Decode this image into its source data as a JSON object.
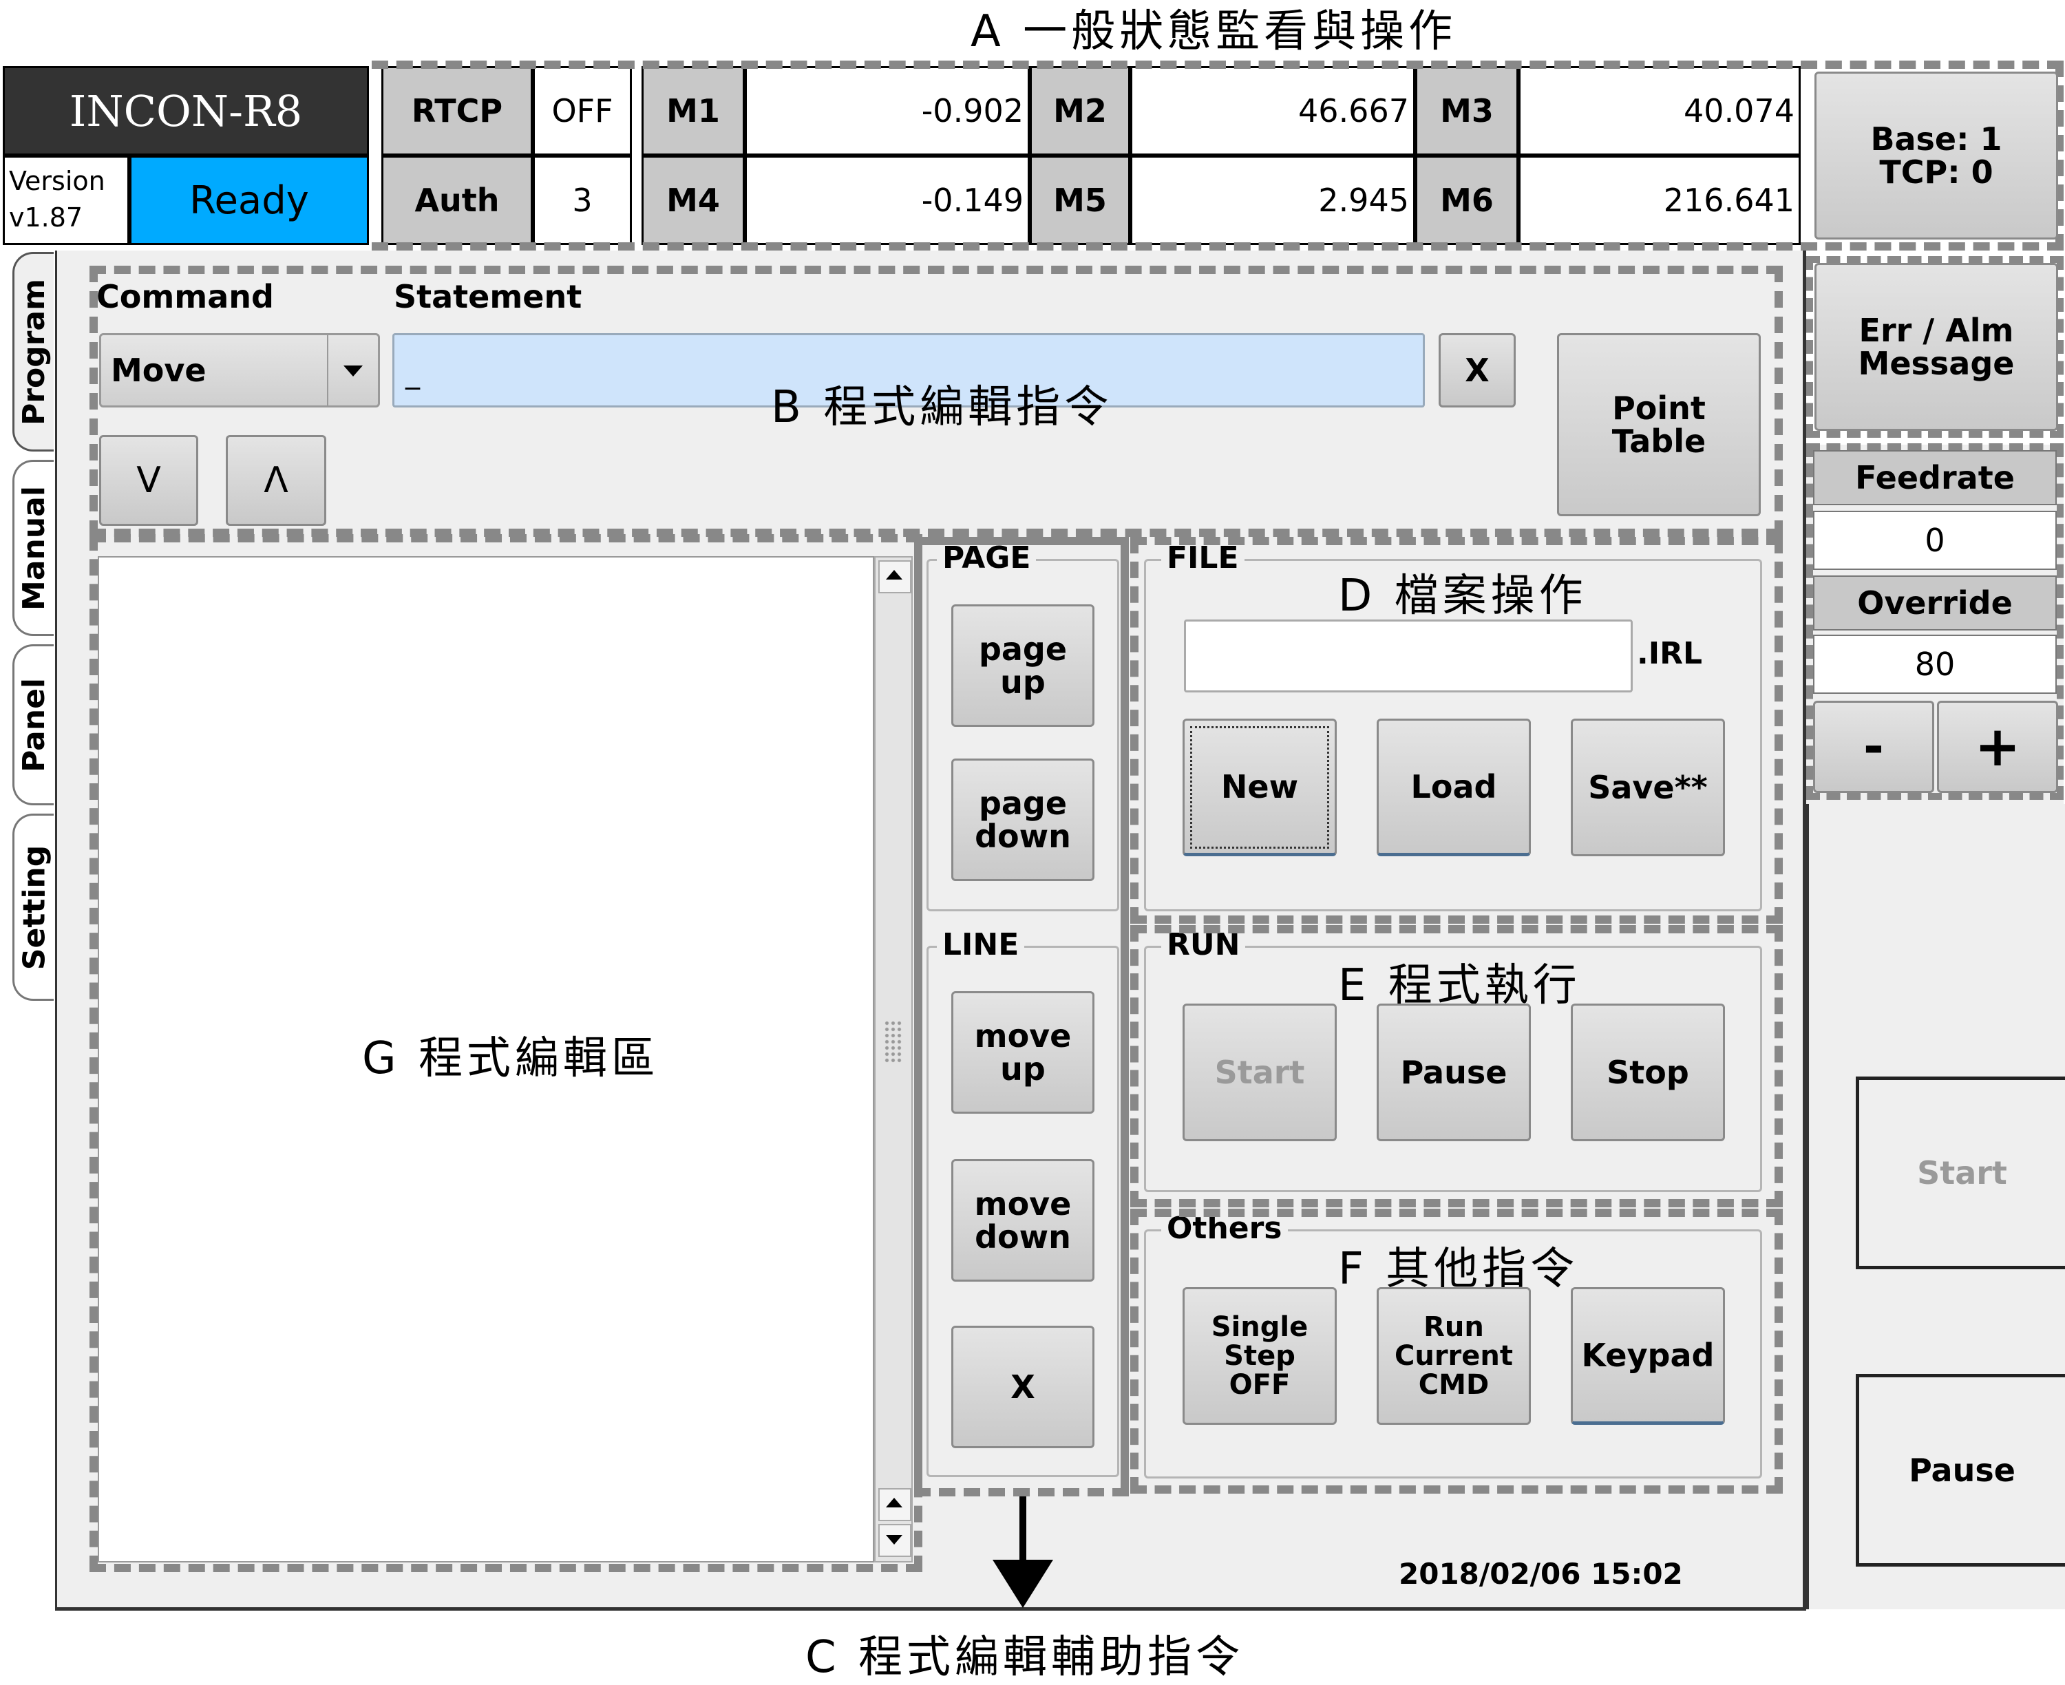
{
  "annotations": {
    "a": "A 一般狀態監看與操作",
    "b": "B 程式編輯指令",
    "c": "C 程式編輯輔助指令",
    "d": "D 檔案操作",
    "e": "E 程式執行",
    "f": "F 其他指令",
    "g": "G 程式編輯區"
  },
  "header": {
    "title": "INCON-R8",
    "version_label": "Version",
    "version": "v1.87",
    "status": "Ready",
    "status_color": "#00aaff",
    "rtcp_label": "RTCP",
    "rtcp_value": "OFF",
    "auth_label": "Auth",
    "auth_value": "3",
    "motors": [
      {
        "label": "M1",
        "value": "-0.902"
      },
      {
        "label": "M2",
        "value": "46.667"
      },
      {
        "label": "M3",
        "value": "40.074"
      },
      {
        "label": "M4",
        "value": "-0.149"
      },
      {
        "label": "M5",
        "value": "2.945"
      },
      {
        "label": "M6",
        "value": "216.641"
      }
    ]
  },
  "right_panel": {
    "base_tcp": "Base: 1\nTCP: 0",
    "err_alm": "Err / Alm\nMessage",
    "feedrate_label": "Feedrate",
    "feedrate_value": "0",
    "override_label": "Override",
    "override_value": "80",
    "minus": "-",
    "plus": "+",
    "start": "Start",
    "pause": "Pause"
  },
  "tabs": [
    "Program",
    "Manual",
    "Panel",
    "Setting"
  ],
  "command_bar": {
    "command_label": "Command",
    "statement_label": "Statement",
    "command_value": "Move",
    "statement_value": "_",
    "clear": "X",
    "point_table": "Point\nTable",
    "down": "V",
    "up": "Λ"
  },
  "page_group": {
    "title": "PAGE",
    "page_up": "page\nup",
    "page_down": "page\ndown"
  },
  "line_group": {
    "title": "LINE",
    "move_up": "move\nup",
    "move_down": "move\ndown",
    "delete": "X"
  },
  "file_group": {
    "title": "FILE",
    "filename": "",
    "extension": ".IRL",
    "new": "New",
    "load": "Load",
    "save": "Save**"
  },
  "run_group": {
    "title": "RUN",
    "start": "Start",
    "pause": "Pause",
    "stop": "Stop"
  },
  "others_group": {
    "title": "Others",
    "single_step": "Single\nStep\nOFF",
    "run_current": "Run\nCurrent\nCMD",
    "keypad": "Keypad"
  },
  "datetime": "2018/02/06 15:02"
}
